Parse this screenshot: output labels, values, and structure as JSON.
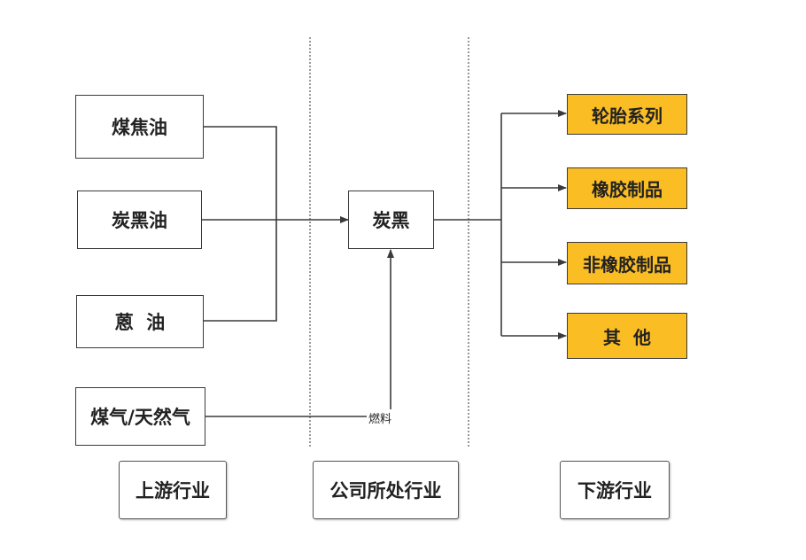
{
  "upstream": {
    "items": [
      {
        "label": "煤焦油"
      },
      {
        "label": "炭黑油"
      },
      {
        "label": "蒽  油"
      },
      {
        "label": "煤气/天然气"
      }
    ]
  },
  "company": {
    "product": "炭黑"
  },
  "fuel_label": "燃料",
  "downstream": {
    "items": [
      {
        "label": "轮胎系列"
      },
      {
        "label": "橡胶制品"
      },
      {
        "label": "非橡胶制品"
      },
      {
        "label": "其  他"
      }
    ]
  },
  "sections": {
    "upstream": "上游行业",
    "company": "公司所处行业",
    "downstream": "下游行业"
  },
  "colors": {
    "highlight": "#fbbd24",
    "line": "#3a3a3a"
  }
}
